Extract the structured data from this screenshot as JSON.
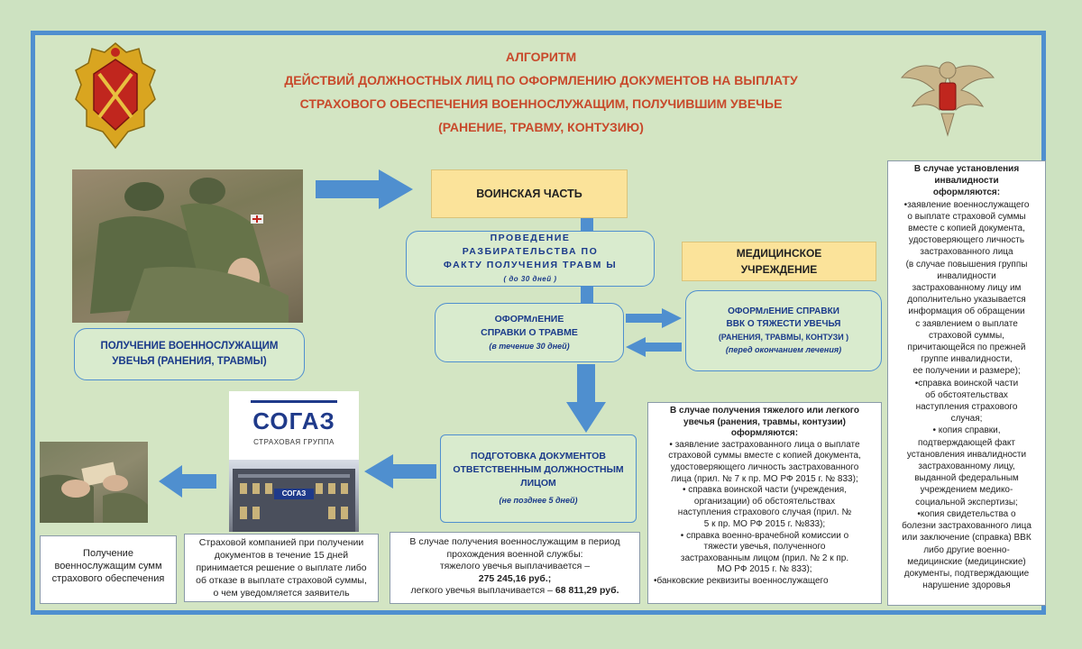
{
  "colors": {
    "title": "#c8492b",
    "frame": "#4f8fcf",
    "text_blue": "#1a3a8a",
    "yellow": "#fbe39a",
    "bg": "#d3e5c3"
  },
  "title": {
    "line1": "АЛГОРИТМ",
    "line2": "ДЕЙСТВИЙ ДОЛЖНОСТНЫХ ЛИЦ ПО ОФОРМЛЕНИЮ ДОКУМЕНТОВ  НА ВЫПЛАТУ",
    "line3": "СТРАХОВОГО ОБЕСПЕЧЕНИЯ ВОЕННОСЛУЖАЩИМ,  ПОЛУЧИВШИМ УВЕЧЬЕ",
    "line4": "(РАНЕНИЕ, ТРАВМУ, КОНТУЗИЮ)"
  },
  "emblems": {
    "left": "Эмблема войск",
    "right": "Эмблема Вооружённых Сил"
  },
  "steps": {
    "military_unit": "ВОИНСКАЯ ЧАСТЬ",
    "investigation_line1": "ПРОВЕДЕНИЕ",
    "investigation_line2": "РАЗБИРАТЕЛЬСТВА ПО",
    "investigation_line3": "ФАКТУ ПОЛУЧЕНИЯ ТРАВМ Ы",
    "investigation_note": "( до 30 дней )",
    "injury_cert_line1": "ОФОРМлЕНИЕ",
    "injury_cert_line2": "СПРАВКИ О ТРАВМЕ",
    "injury_cert_note": "(в течение 30 дней)",
    "medical_line1": "МЕДИЦИНСКОЕ",
    "medical_line2": "УЧРЕЖДЕНИЕ",
    "vvk_line1": "ОФОРМлЕНИЕ СПРАВКИ",
    "vvk_line2": "ВВК О ТЯЖЕСТИ УВЕЧЬЯ",
    "vvk_line3": "(РАНЕНИЯ, ТРАВМЫ, КОНТУЗИ )",
    "vvk_note": "(перед окончанием лечения)",
    "injury_receipt_line1": "ПОЛУЧЕНИЕ  ВОЕННОСЛУЖАЩИМ",
    "injury_receipt_line2": "УВЕЧЬЯ (РАНЕНИЯ,  ТРАВМЫ)",
    "docs_line1": "ПОДГОТОВКА ДОКУМЕНТОВ",
    "docs_line2": "ОТВЕТСТВЕННЫМ  ДОЛЖНОСТНЫМ",
    "docs_line3": "ЛИЦОМ",
    "docs_note": "(не позднее 5 дней)"
  },
  "sogaz": {
    "brand": "СОГАЗ",
    "subtitle": "СТРАХОВАЯ ГРУППА",
    "building_sign": "СОГАЗ"
  },
  "bottom": {
    "receipt": [
      "Получение",
      "военнослужащим сумм",
      "страхового обеспечения"
    ],
    "decision": [
      "Страховой компанией при получении",
      "документов в течение  15 дней",
      "принимается  решение о выплате либо",
      "об отказе в выплате страховой суммы,",
      "о чем уведомляется заявитель"
    ],
    "payment_line1": "В случае получения военнослужащим  в период",
    "payment_line2": "прохождения военной службы:",
    "payment_line3": "тяжелого увечья выплачивается –",
    "payment_heavy": "275 245,16 руб.;",
    "payment_light_label": "легкого увечья выплачивается –",
    "payment_light": "68 811,29 руб."
  },
  "injury_docs": {
    "heading1": "В случае получения тяжелого или легкого",
    "heading2": "увечья (ранения, травмы, контузии)",
    "heading3": "оформляются:",
    "items": [
      "• заявление застрахованного лица  о выплате",
      "страховой суммы вместе с копией  документа,",
      "удостоверяющего личность  застрахованного",
      "лица  (прил.  № 7 к пр. МО РФ 2015 г. № 833);",
      "•      справка воинской части (учреждения,",
      "организации)  об обстоятельствах",
      "наступления  страхового случая (прил.  №",
      "5 к пр. МО РФ 2015 г. №833);",
      "•      справка военно-врачебной комиссии  о",
      "тяжести увечья, полученного",
      "застрахованным лицом (прил.  № 2 к пр.",
      "МО РФ 2015 г. № 833);",
      "•банковские реквизиты военнослужащего"
    ]
  },
  "disability_docs": {
    "heading1": "В случае установления",
    "heading2": "инвалидности",
    "heading3": "оформляются:",
    "items": [
      "•заявление военнослужащего",
      "о выплате страховой суммы",
      "вместе с копией документа,",
      "удостоверяющего личность",
      "застрахованного лица",
      "(в случае повышения группы",
      "инвалидности",
      "застрахованному лицу им",
      "дополнительно указывается",
      "информация об обращении",
      "с заявлением о выплате",
      "страховой суммы,",
      "причитающейся по прежней",
      "группе инвалидности,",
      "ее  получении и размере);",
      "•справка воинской части",
      "об обстоятельствах",
      "наступления   страхового",
      "случая;",
      "•  копия справки,",
      "подтверждающей факт",
      "установления инвалидности",
      "застрахованному лицу,",
      "выданной федеральным",
      "учреждением медико-",
      "социальной экспертизы;",
      "•копия свидетельства о",
      "болезни застрахованного лица",
      "или заключение  (справка) ВВК",
      "либо другие  военно-",
      "медицинские  (медицинские)",
      "документы, подтверждающие",
      "нарушение здоровья"
    ]
  }
}
